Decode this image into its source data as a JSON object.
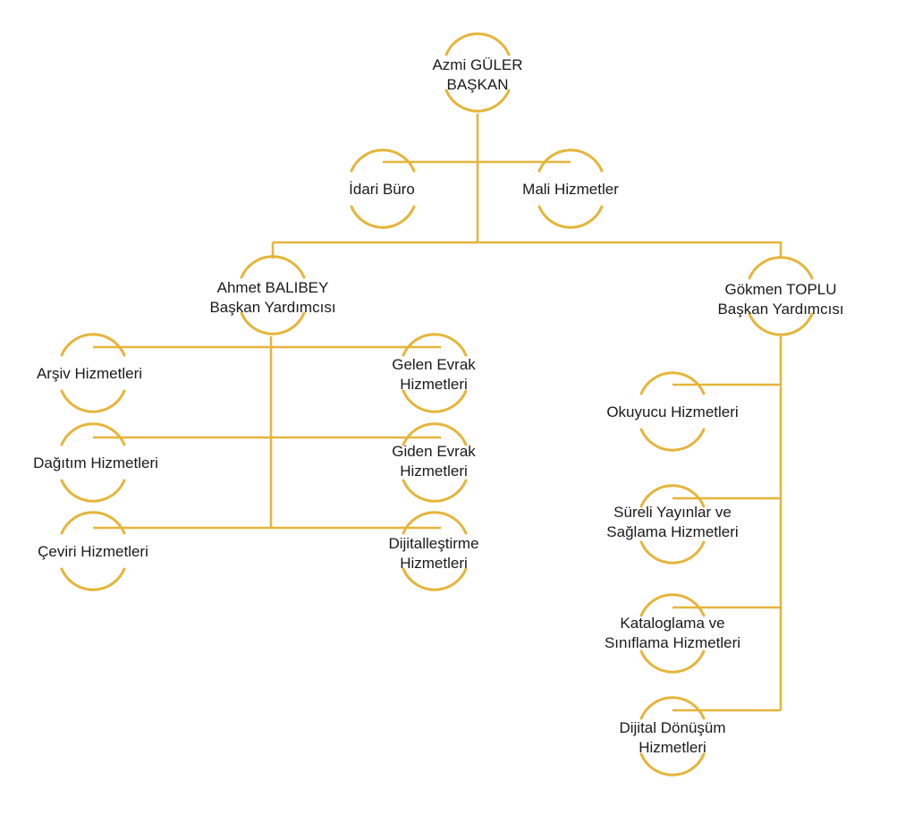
{
  "accent_color": "#E5B53A",
  "nodes": {
    "president": {
      "name": "Azmi GÜLER",
      "title": "BAŞKAN"
    },
    "admin_office": {
      "label": "İdari Büro"
    },
    "financial": {
      "label": "Mali Hizmetler"
    },
    "vp_left": {
      "name": "Ahmet BALIBEY",
      "title": "Başkan Yardımcısı"
    },
    "vp_right": {
      "name": "Gökmen TOPLU",
      "title": "Başkan Yardımcısı"
    },
    "archive": {
      "label": "Arşiv Hizmetleri"
    },
    "distribution": {
      "label": "Dağıtım Hizmetleri"
    },
    "translation": {
      "label": "Çeviri Hizmetleri"
    },
    "incoming": {
      "line1": "Gelen Evrak",
      "line2": "Hizmetleri"
    },
    "outgoing": {
      "line1": "Giden Evrak",
      "line2": "Hizmetleri"
    },
    "digitization": {
      "line1": "Dijitalleştirme",
      "line2": "Hizmetleri"
    },
    "reader": {
      "label": "Okuyucu Hizmetleri"
    },
    "periodicals": {
      "line1": "Süreli Yayınlar  ve",
      "line2": "Sağlama Hizmetleri"
    },
    "cataloging": {
      "line1": "Kataloglama ve",
      "line2": "Sınıflama Hizmetleri"
    },
    "digital_transformation": {
      "line1": "Dijital Dönüşüm",
      "line2": "Hizmetleri"
    }
  }
}
